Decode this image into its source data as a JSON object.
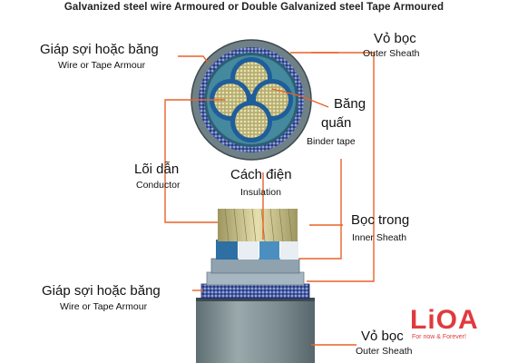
{
  "header": {
    "title": "Galvanized steel wire Armoured or Double Galvanized steel Tape Armoured"
  },
  "labels": {
    "armour_top": {
      "vi": "Giáp sợi hoặc băng",
      "en": "Wire or Tape Armour"
    },
    "outer_sheath_top": {
      "vi": "Vỏ bọc",
      "en": "Outer Sheath"
    },
    "binder_tape": {
      "vi_line1": "Băng",
      "vi_line2": "quấn",
      "en": "Binder tape"
    },
    "conductor": {
      "vi": "Lõi dẫn",
      "en": "Conductor"
    },
    "insulation": {
      "vi": "Cách điện",
      "en": "Insulation"
    },
    "inner_sheath": {
      "vi": "Bọc trong",
      "en": "Inner Sheath"
    },
    "armour_bottom": {
      "vi": "Giáp sợi hoặc băng",
      "en": "Wire or Tape Armour"
    },
    "outer_sheath_bottom": {
      "vi": "Vỏ bọc",
      "en": "Outer Sheath"
    }
  },
  "brand": {
    "logo": "LiOA",
    "slogan": "For now & Forever!"
  },
  "colors": {
    "leader_line": "#e8622a",
    "outer_sheath": "#7f8f92",
    "armour": "#3c4aa0",
    "inner_sheath": "#9fb4bd",
    "insulation": "#5fb0cf",
    "conductor": "#c9c08a",
    "logo": "#e03a3e"
  }
}
